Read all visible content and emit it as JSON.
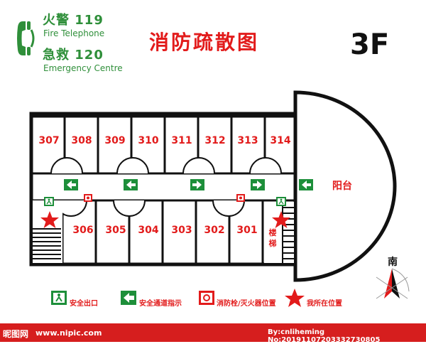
{
  "header": {
    "fire_label": "火警 119",
    "fire_en": "Fire Telephone",
    "emergency_label": "急救 120",
    "emergency_en": "Emergency Centre",
    "title": "消防疏散图",
    "floor": "3F"
  },
  "rooms_top": [
    "307",
    "308",
    "309",
    "310",
    "311",
    "312",
    "313",
    "314"
  ],
  "rooms_bottom": [
    "306",
    "305",
    "304",
    "303",
    "302",
    "301"
  ],
  "balcony_label": "阳台",
  "stairs_label": "楼梯",
  "compass_label": "南",
  "legend": {
    "exit": "安全出口",
    "direction": "安全通道指示",
    "hydrant": "消防栓/灭火器位置",
    "here": "我所在位置"
  },
  "footer": {
    "logo": "昵图网",
    "url": "www.nipic.com",
    "byline": "By:cnliheming No:20191107203332730805"
  },
  "colors": {
    "brand_green": "#2f8f3a",
    "alert_red": "#e21b1b",
    "footer_red": "#d61e1e",
    "wall_black": "#111111"
  },
  "icons": [
    "phone-icon",
    "exit-sign-icon",
    "arrow-left-icon",
    "arrow-right-icon",
    "fire-hydrant-icon",
    "star-icon",
    "compass-icon"
  ]
}
